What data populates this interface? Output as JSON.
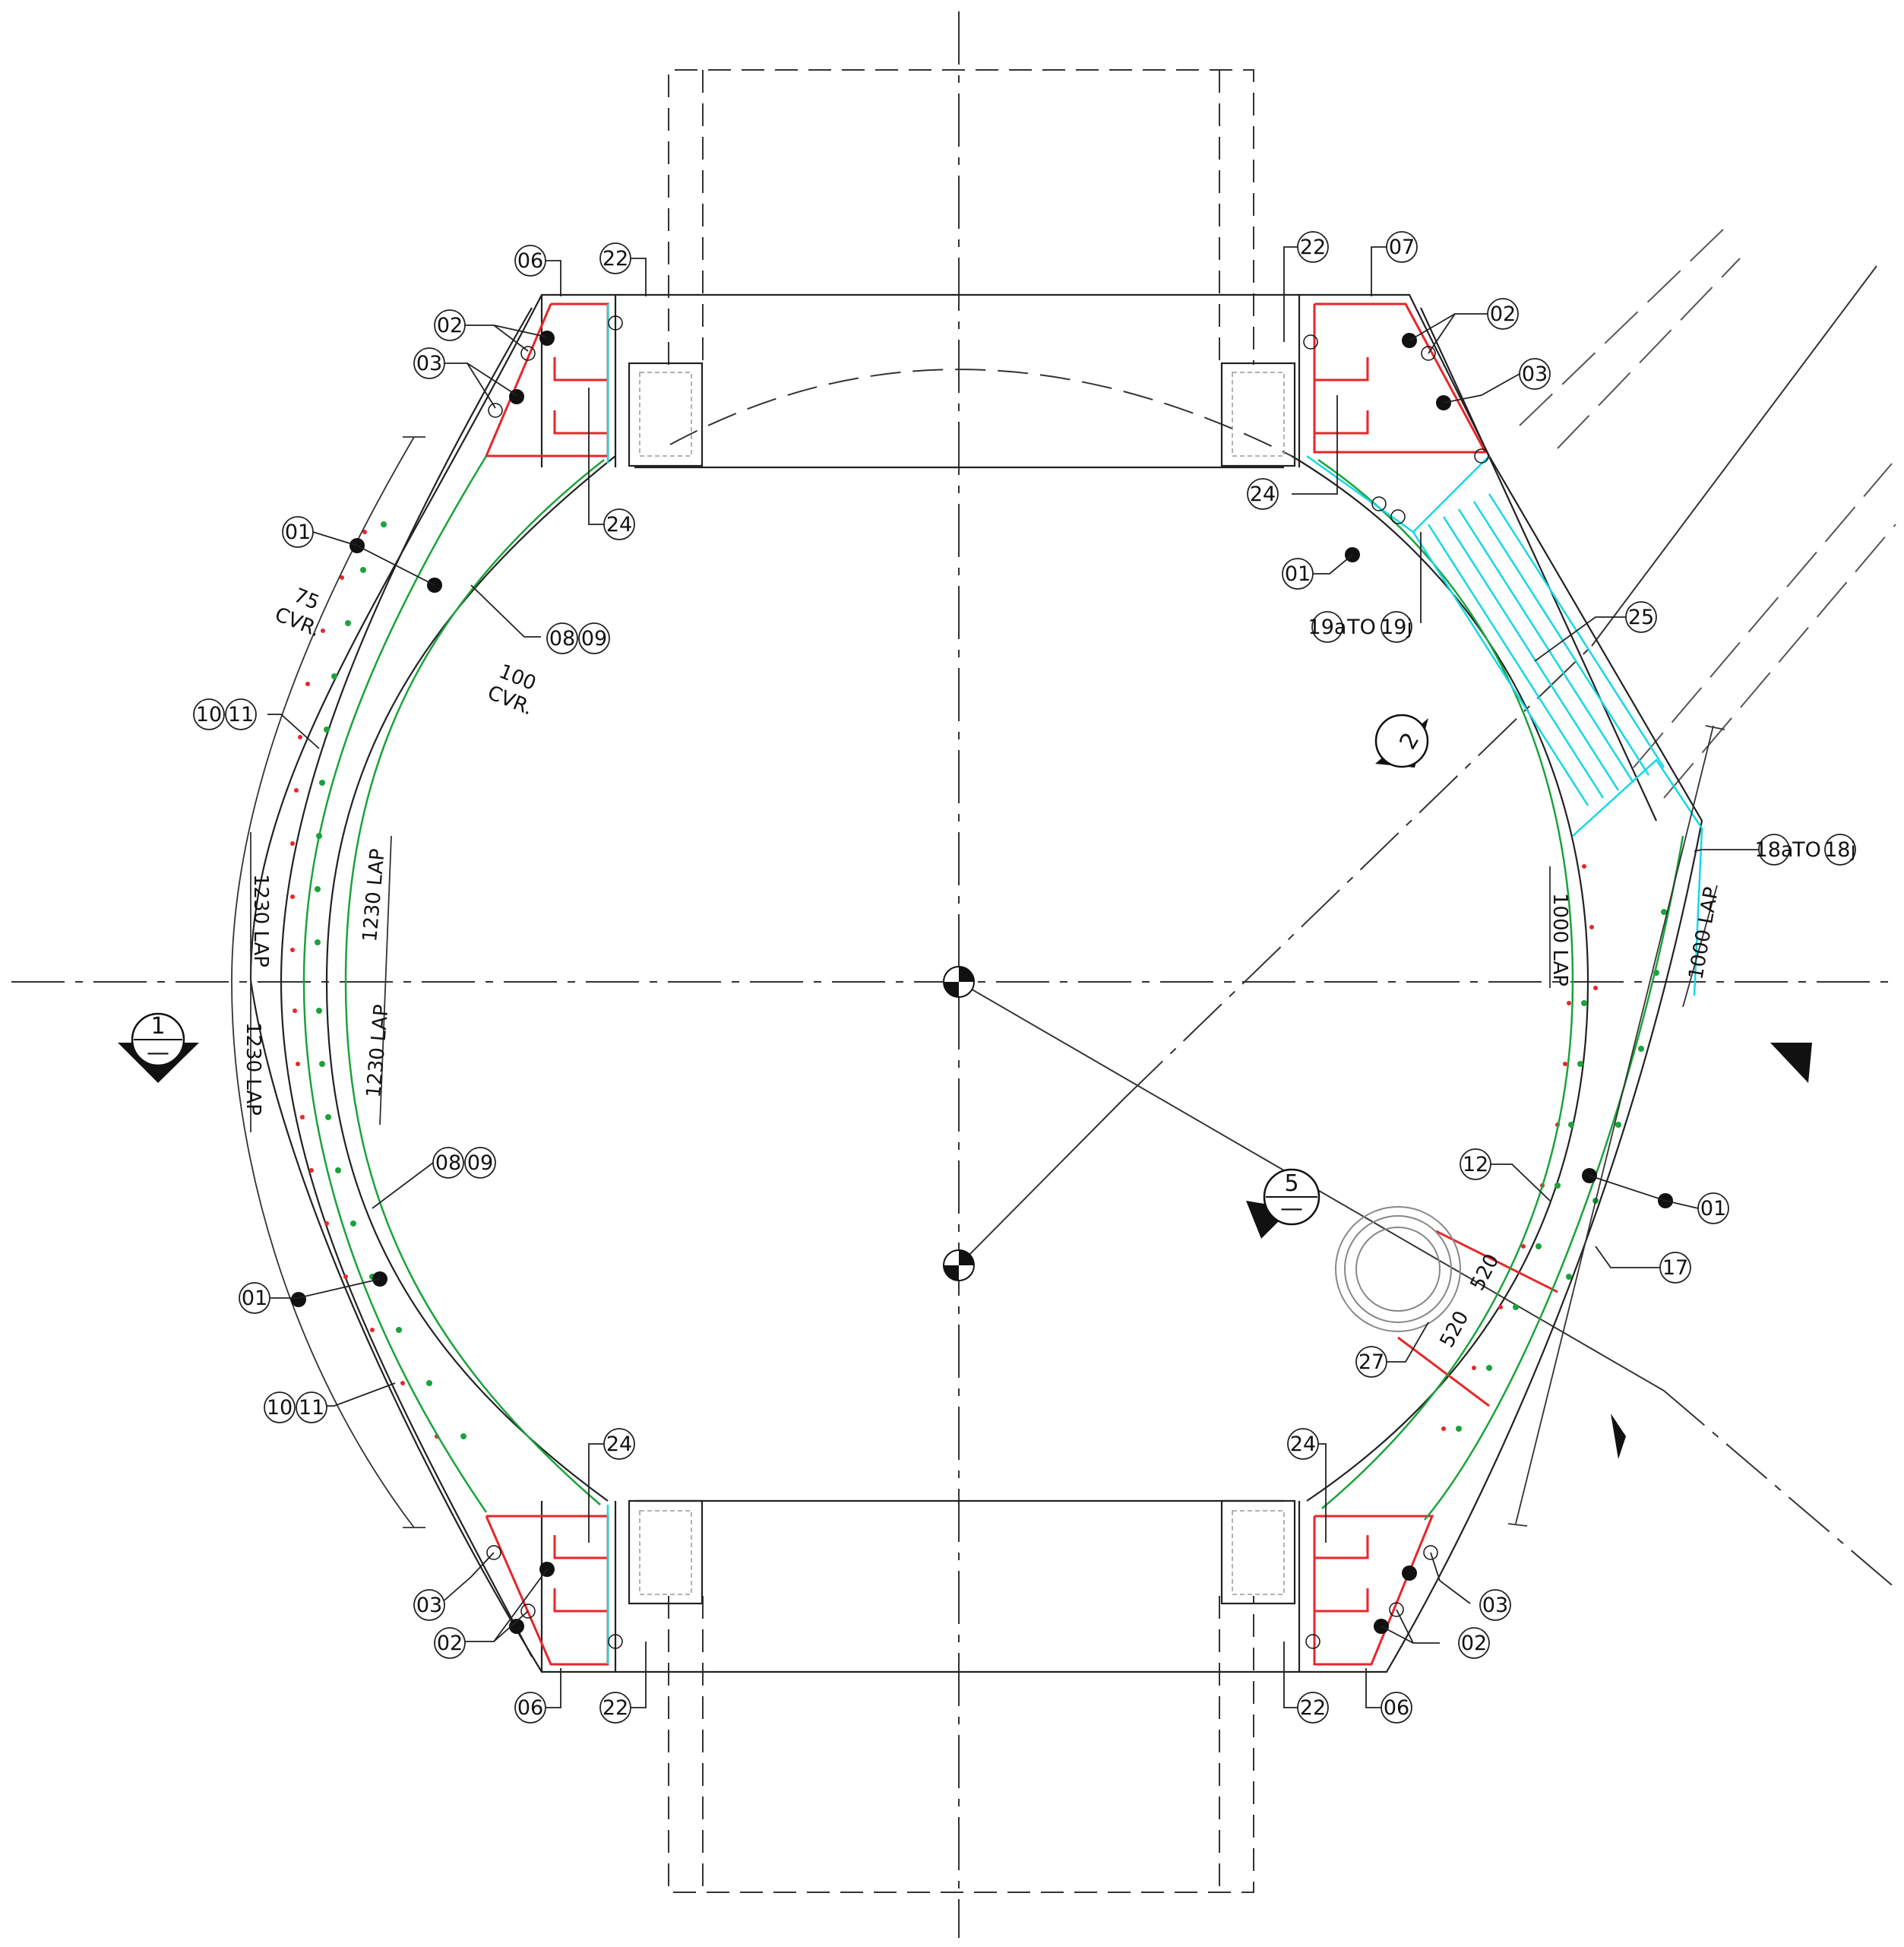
{
  "tags": {
    "t06_tl": "06",
    "t22_tl": "22",
    "t02_tl": "02",
    "t03_tl": "03",
    "t24_tl": "24",
    "t01_l1": "01",
    "t0809_a1": "08",
    "t0809_a2": "09",
    "t1011_a1": "10",
    "t1011_a2": "11",
    "t0809_b1": "08",
    "t0809_b2": "09",
    "t01_l2": "01",
    "t1011_b1": "10",
    "t1011_b2": "11",
    "t24_bl": "24",
    "t03_bl": "03",
    "t02_bl": "02",
    "t06_bl": "06",
    "t22_bl": "22",
    "t22_tr": "22",
    "t07_tr": "07",
    "t02_tr": "02",
    "t03_tr": "03",
    "t24_tr": "24",
    "t01_tr": "01",
    "t19a": "19a",
    "t19_to": "TO",
    "t19j": "19j",
    "t25": "25",
    "t18a": "18a",
    "t18_to": "TO",
    "t18j": "18j",
    "t12": "12",
    "t01_r": "01",
    "t17": "17",
    "t27": "27",
    "t24_br": "24",
    "t03_br": "03",
    "t02_br": "02",
    "t22_br": "22",
    "t06_br": "06"
  },
  "dims": {
    "cvr75_a": "75",
    "cvr75_b": "CVR.",
    "cvr100_a": "100",
    "cvr100_b": "CVR.",
    "lap1230_1": "1230 LAP",
    "lap1230_2": "1230 LAP",
    "lap1230_3": "1230 LAP",
    "lap1230_4": "1230 LAP",
    "lap1000_1": "1000 LAP",
    "lap1000_2": "1000 LAP",
    "d520_1": "520",
    "d520_2": "520"
  },
  "sections": {
    "s1_num": "1",
    "s1_ref": "—",
    "s2_num": "2",
    "s2_ref": "—",
    "s5_num": "5",
    "s5_ref": "—"
  },
  "colors": {
    "linework": "#222222",
    "rebar_red": "#e8262a",
    "rebar_green": "#1aa33a",
    "rebar_cyan": "#15d8e6"
  }
}
